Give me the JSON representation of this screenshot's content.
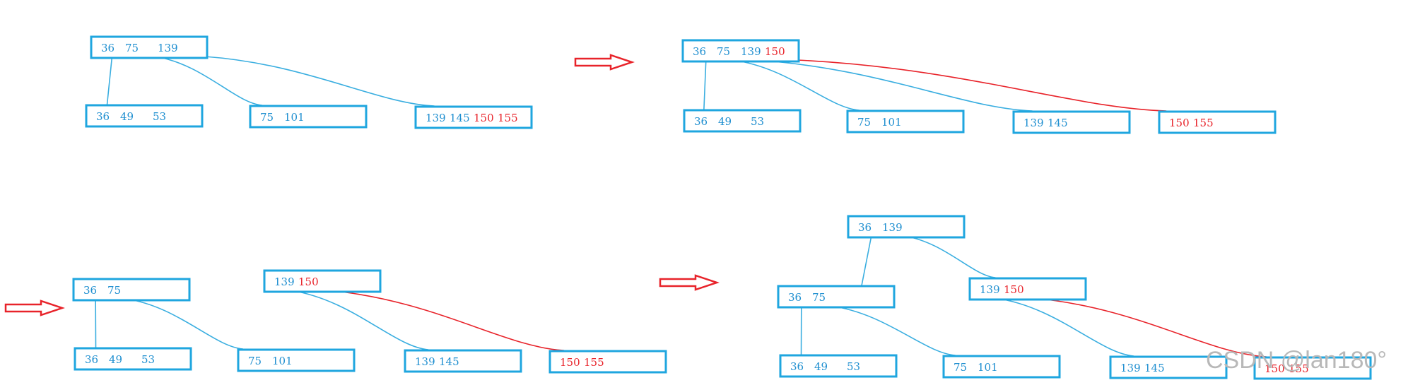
{
  "colors": {
    "node_border": "#1fa6df",
    "edge": "#3aaee0",
    "key_blue": "#1f8fd0",
    "key_red": "#e8232a",
    "edge_red": "#e8232a",
    "arrow": "#e8232a",
    "watermark": "#b8b8b8"
  },
  "diagrams": [
    {
      "step": 1,
      "nodes": [
        {
          "id": "d1-root",
          "keys": [
            {
              "text": "36",
              "hl": false
            },
            {
              "text": "75",
              "hl": false
            },
            {
              "text": "139",
              "hl": false
            }
          ]
        },
        {
          "id": "d1-c1",
          "keys": [
            {
              "text": "36",
              "hl": false
            },
            {
              "text": "49",
              "hl": false
            },
            {
              "text": "53",
              "hl": false
            }
          ]
        },
        {
          "id": "d1-c2",
          "keys": [
            {
              "text": "75",
              "hl": false
            },
            {
              "text": "101",
              "hl": false
            }
          ]
        },
        {
          "id": "d1-c3",
          "keys": [
            {
              "text": "139",
              "hl": false
            },
            {
              "text": "145",
              "hl": false
            },
            {
              "text": "150",
              "hl": true
            },
            {
              "text": "155",
              "hl": true
            }
          ]
        }
      ],
      "edges": [
        {
          "from": "d1-root",
          "to": "d1-c1",
          "hl": false
        },
        {
          "from": "d1-root",
          "to": "d1-c2",
          "hl": false
        },
        {
          "from": "d1-root",
          "to": "d1-c3",
          "hl": false
        }
      ]
    },
    {
      "step": 2,
      "nodes": [
        {
          "id": "d2-root",
          "keys": [
            {
              "text": "36",
              "hl": false
            },
            {
              "text": "75",
              "hl": false
            },
            {
              "text": "139",
              "hl": false
            },
            {
              "text": "150",
              "hl": true
            }
          ]
        },
        {
          "id": "d2-c1",
          "keys": [
            {
              "text": "36",
              "hl": false
            },
            {
              "text": "49",
              "hl": false
            },
            {
              "text": "53",
              "hl": false
            }
          ]
        },
        {
          "id": "d2-c2",
          "keys": [
            {
              "text": "75",
              "hl": false
            },
            {
              "text": "101",
              "hl": false
            }
          ]
        },
        {
          "id": "d2-c3",
          "keys": [
            {
              "text": "139",
              "hl": false
            },
            {
              "text": "145",
              "hl": false
            }
          ]
        },
        {
          "id": "d2-c4",
          "keys": [
            {
              "text": "150",
              "hl": true
            },
            {
              "text": "155",
              "hl": true
            }
          ]
        }
      ],
      "edges": [
        {
          "from": "d2-root",
          "to": "d2-c1",
          "hl": false
        },
        {
          "from": "d2-root",
          "to": "d2-c2",
          "hl": false
        },
        {
          "from": "d2-root",
          "to": "d2-c3",
          "hl": false
        },
        {
          "from": "d2-root",
          "to": "d2-c4",
          "hl": true
        }
      ]
    },
    {
      "step": 3,
      "nodes": [
        {
          "id": "d3-l",
          "keys": [
            {
              "text": "36",
              "hl": false
            },
            {
              "text": "75",
              "hl": false
            }
          ]
        },
        {
          "id": "d3-r",
          "keys": [
            {
              "text": "139",
              "hl": false
            },
            {
              "text": "150",
              "hl": true
            }
          ]
        },
        {
          "id": "d3-c1",
          "keys": [
            {
              "text": "36",
              "hl": false
            },
            {
              "text": "49",
              "hl": false
            },
            {
              "text": "53",
              "hl": false
            }
          ]
        },
        {
          "id": "d3-c2",
          "keys": [
            {
              "text": "75",
              "hl": false
            },
            {
              "text": "101",
              "hl": false
            }
          ]
        },
        {
          "id": "d3-c3",
          "keys": [
            {
              "text": "139",
              "hl": false
            },
            {
              "text": "145",
              "hl": false
            }
          ]
        },
        {
          "id": "d3-c4",
          "keys": [
            {
              "text": "150",
              "hl": true
            },
            {
              "text": "155",
              "hl": true
            }
          ]
        }
      ],
      "edges": [
        {
          "from": "d3-l",
          "to": "d3-c1",
          "hl": false
        },
        {
          "from": "d3-l",
          "to": "d3-c2",
          "hl": false
        },
        {
          "from": "d3-r",
          "to": "d3-c3",
          "hl": false
        },
        {
          "from": "d3-r",
          "to": "d3-c4",
          "hl": true
        }
      ]
    },
    {
      "step": 4,
      "nodes": [
        {
          "id": "d4-root",
          "keys": [
            {
              "text": "36",
              "hl": false
            },
            {
              "text": "139",
              "hl": false
            }
          ]
        },
        {
          "id": "d4-l",
          "keys": [
            {
              "text": "36",
              "hl": false
            },
            {
              "text": "75",
              "hl": false
            }
          ]
        },
        {
          "id": "d4-r",
          "keys": [
            {
              "text": "139",
              "hl": false
            },
            {
              "text": "150",
              "hl": true
            }
          ]
        },
        {
          "id": "d4-c1",
          "keys": [
            {
              "text": "36",
              "hl": false
            },
            {
              "text": "49",
              "hl": false
            },
            {
              "text": "53",
              "hl": false
            }
          ]
        },
        {
          "id": "d4-c2",
          "keys": [
            {
              "text": "75",
              "hl": false
            },
            {
              "text": "101",
              "hl": false
            }
          ]
        },
        {
          "id": "d4-c3",
          "keys": [
            {
              "text": "139",
              "hl": false
            },
            {
              "text": "145",
              "hl": false
            }
          ]
        },
        {
          "id": "d4-c4",
          "keys": [
            {
              "text": "150",
              "hl": true
            },
            {
              "text": "155",
              "hl": true
            }
          ]
        }
      ],
      "edges": [
        {
          "from": "d4-root",
          "to": "d4-l",
          "hl": false
        },
        {
          "from": "d4-root",
          "to": "d4-r",
          "hl": false
        },
        {
          "from": "d4-l",
          "to": "d4-c1",
          "hl": false
        },
        {
          "from": "d4-l",
          "to": "d4-c2",
          "hl": false
        },
        {
          "from": "d4-r",
          "to": "d4-c3",
          "hl": false
        },
        {
          "from": "d4-r",
          "to": "d4-c4",
          "hl": true
        }
      ]
    }
  ],
  "transition_arrows": [
    {
      "name": "arrow-step1-to-step2"
    },
    {
      "name": "arrow-step2-to-step3"
    },
    {
      "name": "arrow-step3-to-step4"
    }
  ],
  "watermark": "CSDN @lan180°"
}
